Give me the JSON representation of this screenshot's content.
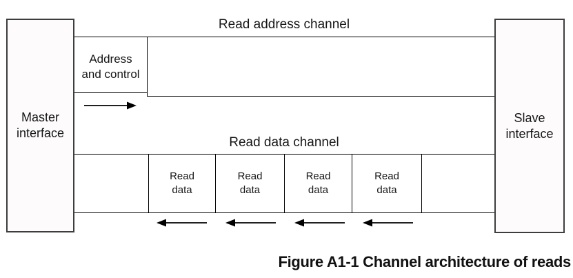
{
  "diagram": {
    "master_interface": {
      "label": "Master\ninterface"
    },
    "slave_interface": {
      "label": "Slave\ninterface"
    },
    "read_address_channel": {
      "label": "Read address channel",
      "payload_label": "Address\nand control",
      "direction": "master-to-slave"
    },
    "read_data_channel": {
      "label": "Read data channel",
      "payloads": [
        "Read\ndata",
        "Read\ndata",
        "Read\ndata",
        "Read\ndata"
      ],
      "direction": "slave-to-master"
    }
  },
  "caption": "Figure A1-1 Channel architecture of reads",
  "colors": {
    "line": "#000000",
    "interface_border": "#3d3d3d",
    "interface_fill": "#fdfbfc",
    "text": "#161616",
    "background": "#ffffff"
  }
}
